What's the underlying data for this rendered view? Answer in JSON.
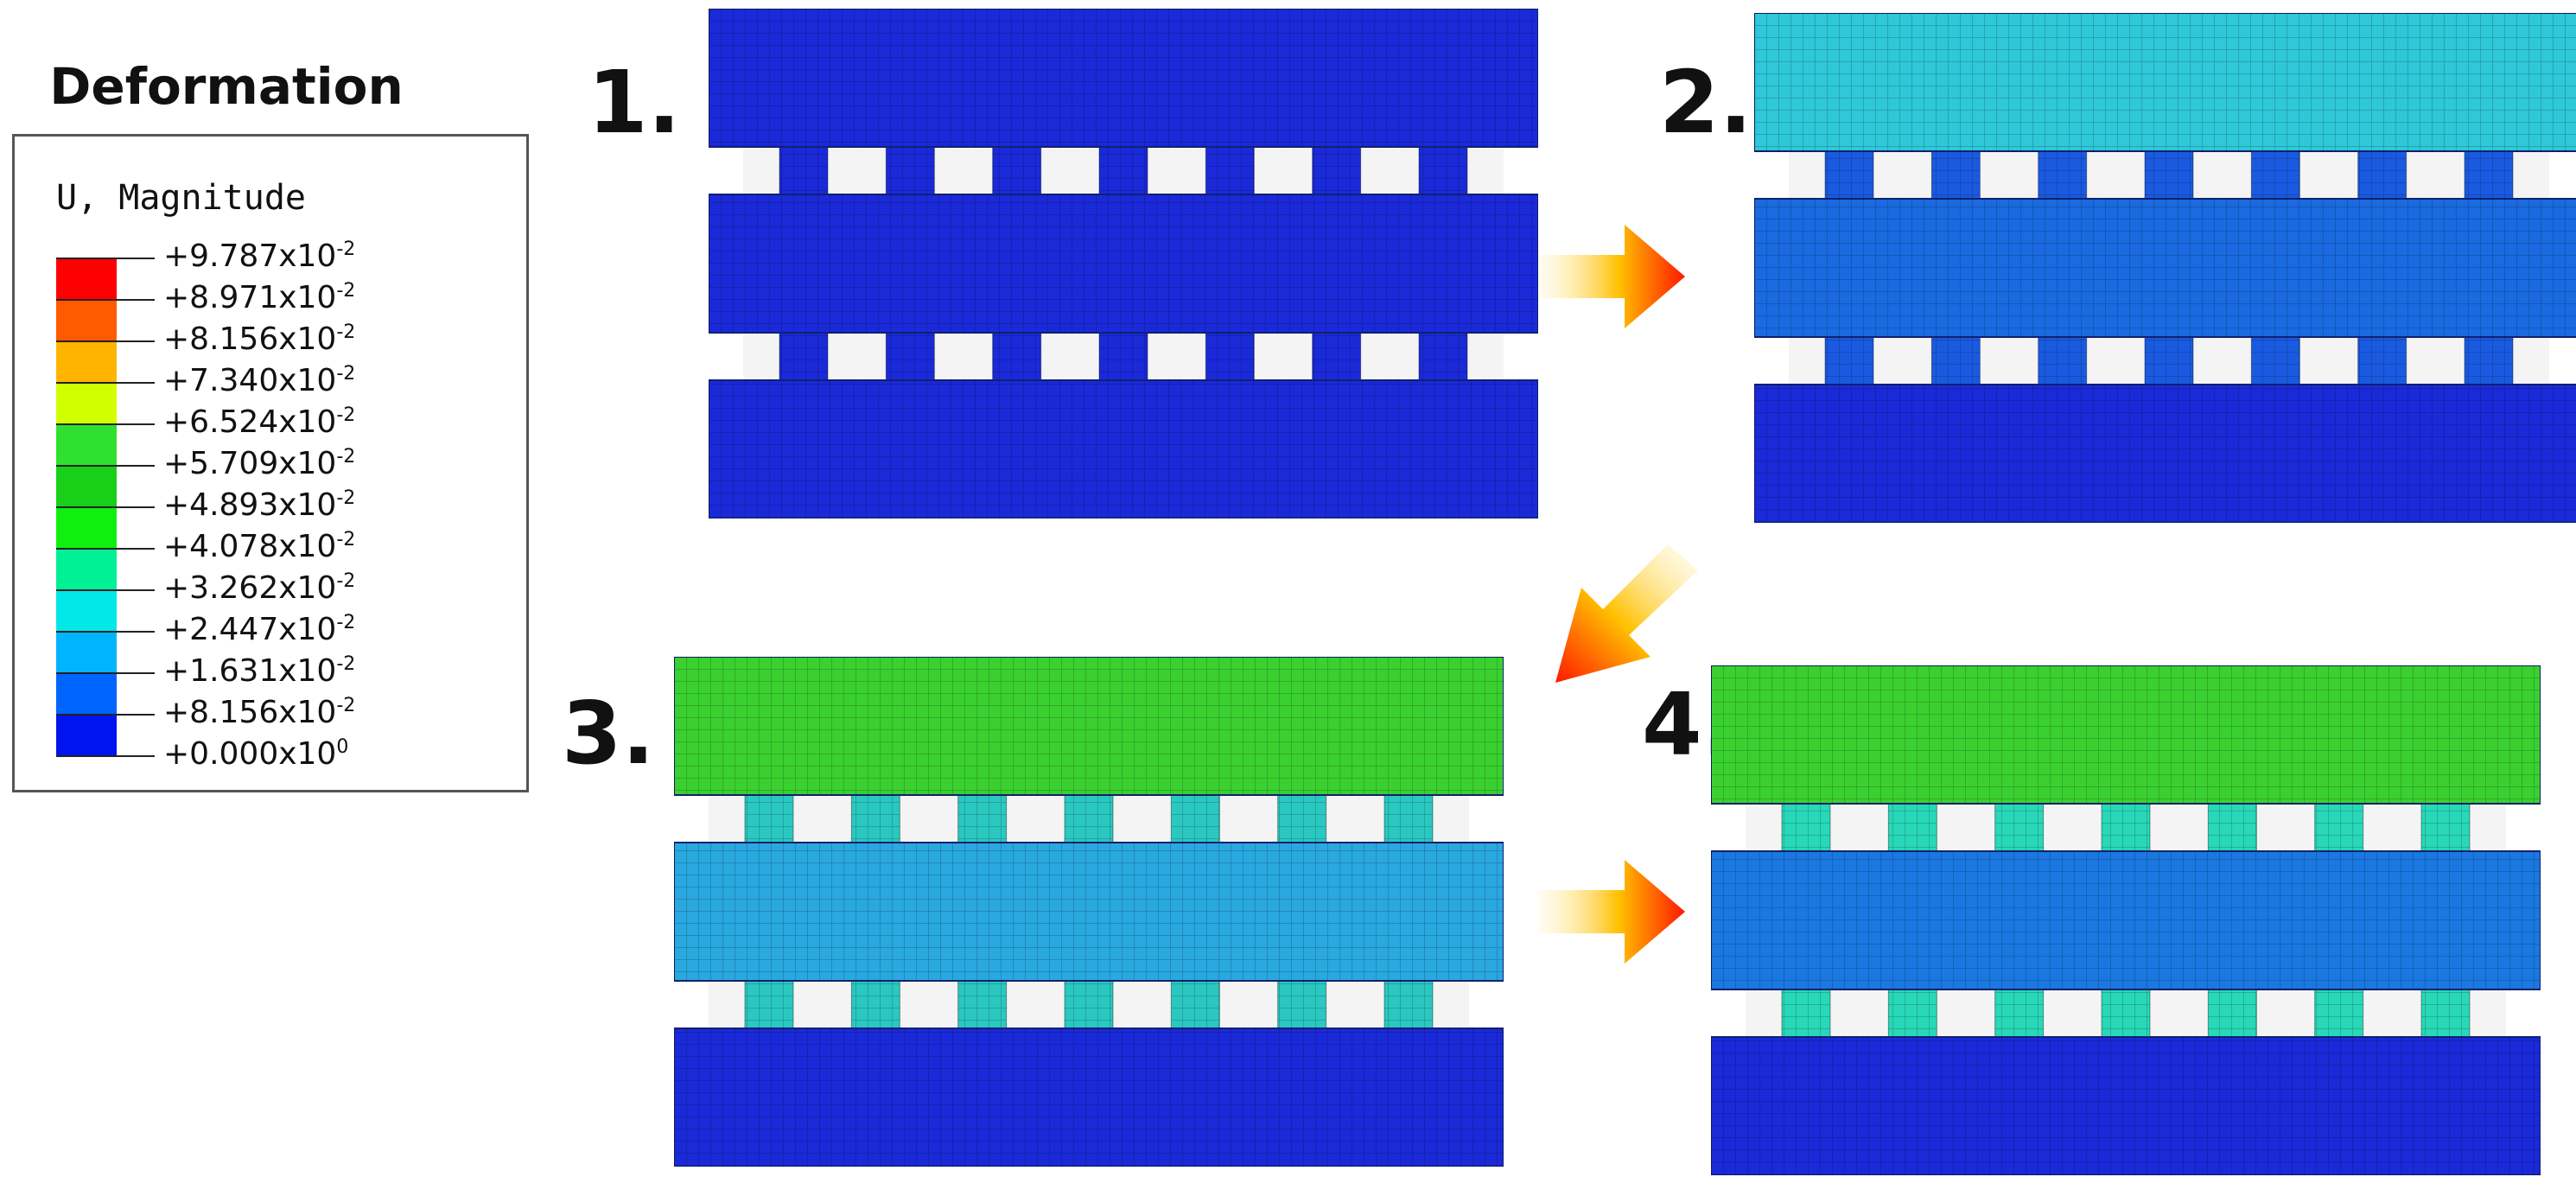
{
  "legend": {
    "title": "Deformation",
    "subtitle": "U, Magnitude",
    "colors": [
      "#ff0000",
      "#ff5a00",
      "#ffb400",
      "#d2ff00",
      "#30e030",
      "#18d018",
      "#10f010",
      "#00f096",
      "#00e8e8",
      "#00b4ff",
      "#0064ff",
      "#0014f0"
    ],
    "values": [
      {
        "mantissa": "+9.787x10",
        "exponent": "-2"
      },
      {
        "mantissa": "+8.971x10",
        "exponent": "-2"
      },
      {
        "mantissa": "+8.156x10",
        "exponent": "-2"
      },
      {
        "mantissa": "+7.340x10",
        "exponent": "-2"
      },
      {
        "mantissa": "+6.524x10",
        "exponent": "-2"
      },
      {
        "mantissa": "+5.709x10",
        "exponent": "-2"
      },
      {
        "mantissa": "+4.893x10",
        "exponent": "-2"
      },
      {
        "mantissa": "+4.078x10",
        "exponent": "-2"
      },
      {
        "mantissa": "+3.262x10",
        "exponent": "-2"
      },
      {
        "mantissa": "+2.447x10",
        "exponent": "-2"
      },
      {
        "mantissa": "+1.631x10",
        "exponent": "-2"
      },
      {
        "mantissa": "+8.156x10",
        "exponent": "-2"
      },
      {
        "mantissa": "+0.000x10",
        "exponent": "0"
      }
    ]
  },
  "steps": [
    {
      "label": "1.",
      "top": "#1a2ad8",
      "middle": "#1a2ad8",
      "bottom": "#1a2ad8",
      "pillars": "#1a2ad8"
    },
    {
      "label": "2.",
      "top": "#2ec8d8",
      "middle": "#1a6ae0",
      "bottom": "#1a2ad8",
      "pillars": "#1a5ae0"
    },
    {
      "label": "3.",
      "top": "#3ad030",
      "middle": "#2aa8e0",
      "bottom": "#1a2ad8",
      "pillars": "#2ac8c0"
    },
    {
      "label": "4.",
      "top": "#3ad030",
      "middle": "#1a78e0",
      "bottom": "#1a2ad8",
      "pillars": "#28d8b8"
    }
  ]
}
